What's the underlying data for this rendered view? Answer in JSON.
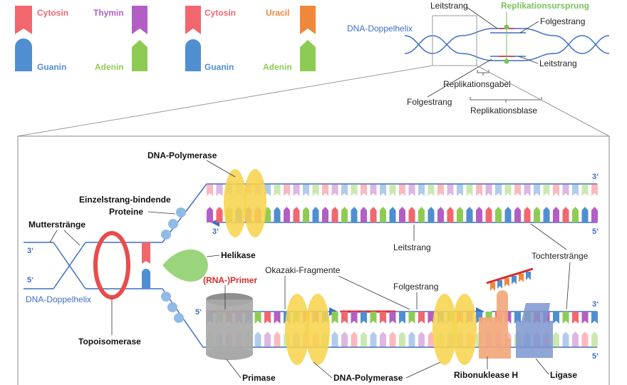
{
  "legend": {
    "cytosin_1": "Cytosin",
    "thymin": "Thymin",
    "cytosin_2": "Cytosin",
    "uracil": "Uracil",
    "guanin_1": "Guanin",
    "adenin_1": "Adenin",
    "guanin_2": "Guanin",
    "adenin_2": "Adenin"
  },
  "overview": {
    "leitstrang_top": "Leitstrang",
    "replikationsursprung": "Replikationsursprung",
    "dna_doppelhelix": "DNA-Doppelhelix",
    "folgestrang_top": "Folgestrang",
    "leitstrang_right": "Leitstrang",
    "replikationsgabel": "Replikationsgabel",
    "folgestrang_left": "Folgestrang",
    "replikationsblase": "Replikationsblase"
  },
  "detail": {
    "dna_polymerase_top": "DNA-Polymerase",
    "einzelstrang_1": "Einzelstrang-bindende",
    "einzelstrang_2": "Proteine",
    "mutterstraenge": "Mutterstränge",
    "helikase": "Helikase",
    "rna_primer": "(RNA-)Primer",
    "okazaki": "Okazaki-Fragmente",
    "leitstrang": "Leitstrang",
    "tochterstraenge": "Tochterstränge",
    "folgestrang": "Folgestrang",
    "dna_doppelhelix": "DNA-Doppelhelix",
    "topoisomerase": "Topoisomerase",
    "primase": "Primase",
    "dna_polymerase_bottom": "DNA-Polymerase",
    "ribonuklease": "Ribonuklease H",
    "ligase": "Ligase",
    "prime_3_top_right": "3‘",
    "prime_3_top_left": "3‘",
    "prime_5_top_right": "5‘",
    "prime_3_left": "3‘",
    "prime_5_left": "5‘",
    "prime_5_bottom_left": "5‘",
    "prime_3_bottom_right": "3‘",
    "prime_5_bottom_right": "5‘"
  },
  "colors": {
    "cytosin": "#f2676e",
    "thymin": "#b35ec4",
    "uracil": "#f0883c",
    "guanin": "#4f8fd1",
    "adenin": "#8ecb54",
    "strand": "#3f6fc4",
    "primer": "#d82b2b",
    "polymerase": "#f6d44e",
    "topoisomerase": "#e84c4c",
    "helikase": "#9ad47c",
    "ssb": "#8fbbe6",
    "primase": "#a9a9a9",
    "ribonuklease": "#f1a87c",
    "ligase": "#7b95cf",
    "origin": "#7ac25b"
  }
}
